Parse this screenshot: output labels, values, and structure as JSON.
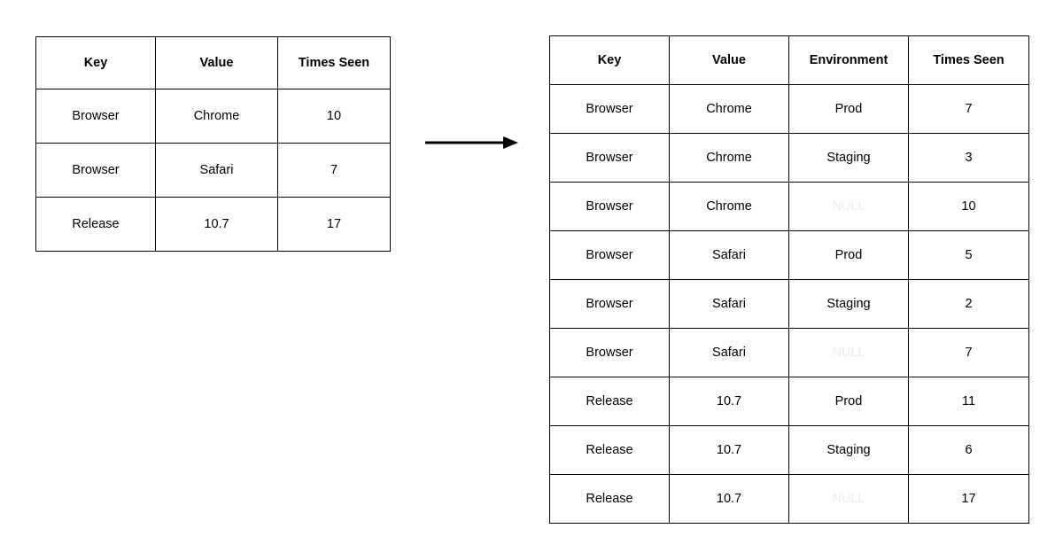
{
  "diagram": {
    "title": "",
    "arrow": {
      "name": "transformation-arrow",
      "direction": "right",
      "color": "#000000"
    },
    "colors": {
      "border": "#000000",
      "text": "#000000",
      "null_text": "#ececec",
      "background": "#ffffff"
    }
  },
  "source_table": {
    "name": "source-table",
    "columns": [
      "Key",
      "Value",
      "Times Seen"
    ],
    "rows": [
      [
        "Browser",
        "Chrome",
        "10"
      ],
      [
        "Browser",
        "Safari",
        "7"
      ],
      [
        "Release",
        "10.7",
        "17"
      ]
    ]
  },
  "expanded_table": {
    "name": "expanded-table",
    "columns": [
      "Key",
      "Value",
      "Environment",
      "Times Seen"
    ],
    "null_label": "NULL",
    "rows": [
      [
        "Browser",
        "Chrome",
        "Prod",
        "7"
      ],
      [
        "Browser",
        "Chrome",
        "Staging",
        "3"
      ],
      [
        "Browser",
        "Chrome",
        "NULL",
        "10"
      ],
      [
        "Browser",
        "Safari",
        "Prod",
        "5"
      ],
      [
        "Browser",
        "Safari",
        "Staging",
        "2"
      ],
      [
        "Browser",
        "Safari",
        "NULL",
        "7"
      ],
      [
        "Release",
        "10.7",
        "Prod",
        "11"
      ],
      [
        "Release",
        "10.7",
        "Staging",
        "6"
      ],
      [
        "Release",
        "10.7",
        "NULL",
        "17"
      ]
    ]
  }
}
